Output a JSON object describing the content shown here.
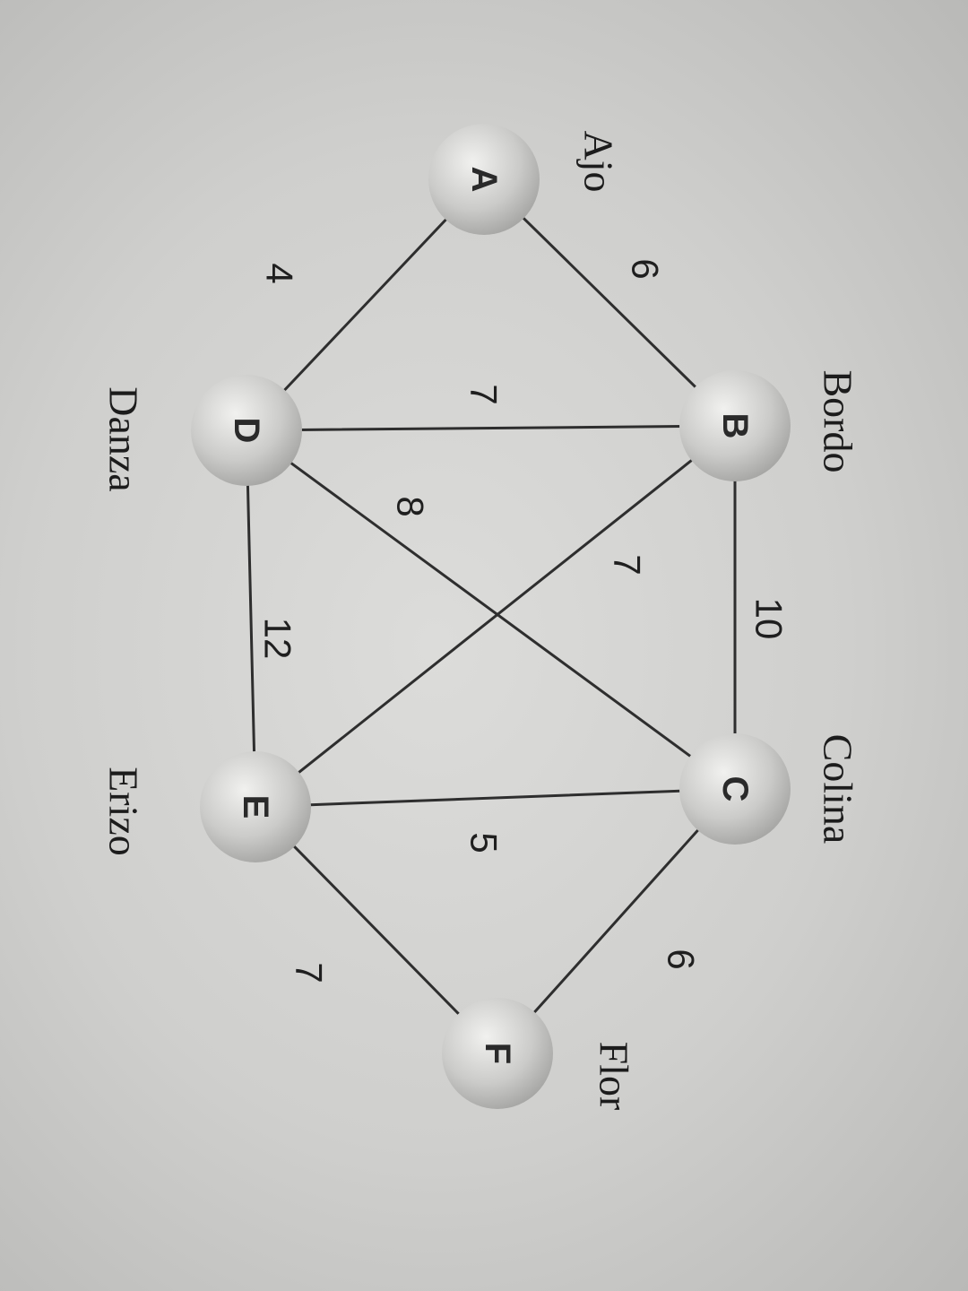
{
  "graph": {
    "nodes": [
      {
        "id": "A",
        "letter": "A",
        "name": "Ajo"
      },
      {
        "id": "B",
        "letter": "B",
        "name": "Bordo"
      },
      {
        "id": "C",
        "letter": "C",
        "name": "Colina"
      },
      {
        "id": "D",
        "letter": "D",
        "name": "Danza"
      },
      {
        "id": "E",
        "letter": "E",
        "name": "Erizo"
      },
      {
        "id": "F",
        "letter": "F",
        "name": "Flor"
      }
    ],
    "edges": [
      {
        "from": "A",
        "to": "B",
        "weight": "6"
      },
      {
        "from": "A",
        "to": "D",
        "weight": "4"
      },
      {
        "from": "B",
        "to": "D",
        "weight": "7"
      },
      {
        "from": "B",
        "to": "C",
        "weight": "10"
      },
      {
        "from": "B",
        "to": "E",
        "weight": "7"
      },
      {
        "from": "D",
        "to": "C",
        "weight": "8"
      },
      {
        "from": "D",
        "to": "E",
        "weight": "12"
      },
      {
        "from": "E",
        "to": "C",
        "weight": "5"
      },
      {
        "from": "C",
        "to": "F",
        "weight": "6"
      },
      {
        "from": "E",
        "to": "F",
        "weight": "7"
      }
    ]
  },
  "colors": {
    "node_fill_light": "#e6e6e4",
    "node_fill_dark": "#9c9c9a",
    "edge": "#2e2e2e",
    "text": "#1f1f1f"
  }
}
